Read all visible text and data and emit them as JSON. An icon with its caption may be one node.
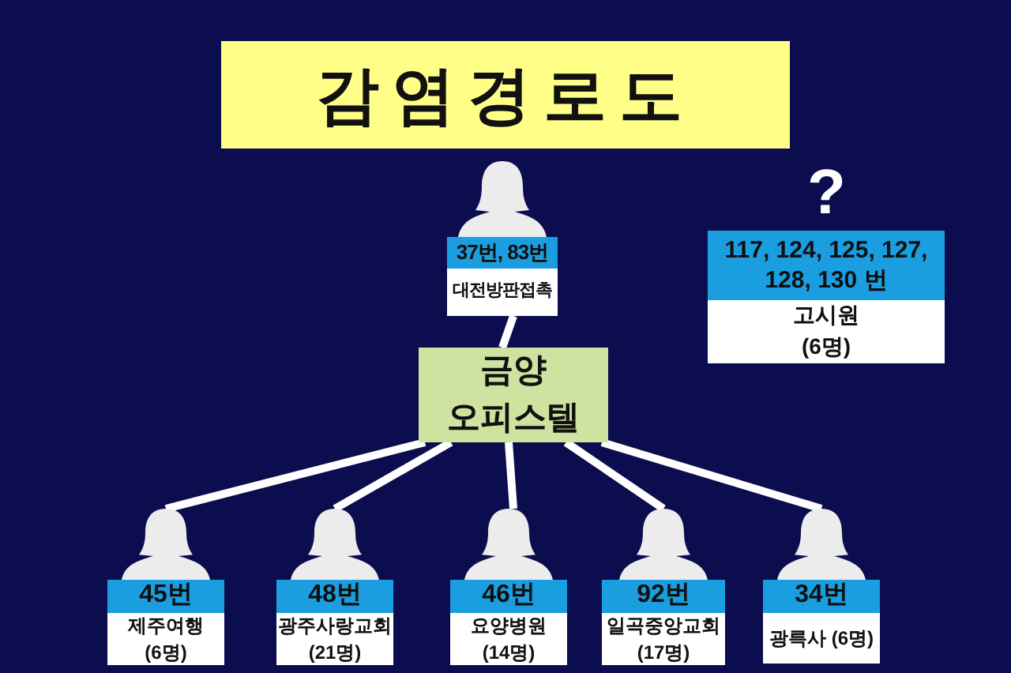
{
  "diagram": {
    "title": "감염경로도",
    "nodes": [
      {
        "text": [
          "37번, 83번",
          "대전방판접촉"
        ]
      },
      {
        "text": [
          "금양 오피스텔"
        ]
      },
      {
        "text": [
          "117, 124, 125, 127, 128, 130 번",
          "고시원 (6명)"
        ],
        "beside": [
          "?"
        ]
      },
      {
        "text": [
          "45번",
          "제주여행 (6명)"
        ]
      },
      {
        "text": [
          "48번",
          "광주사랑교회 (21명)"
        ]
      },
      {
        "text": [
          "46번",
          "요양병원 (14명)"
        ]
      },
      {
        "text": [
          "92번",
          "일곡중앙교회 (17명)"
        ]
      },
      {
        "text": [
          "34번",
          "광륵사 (6명)"
        ]
      }
    ],
    "edges": [
      {
        "from": 0,
        "to": 1,
        "arrow": "none"
      },
      {
        "from": 1,
        "to": 3,
        "arrow": "none"
      },
      {
        "from": 1,
        "to": 4,
        "arrow": "none"
      },
      {
        "from": 1,
        "to": 5,
        "arrow": "none"
      },
      {
        "from": 1,
        "to": 6,
        "arrow": "none"
      },
      {
        "from": 1,
        "to": 7,
        "arrow": "none"
      }
    ]
  }
}
